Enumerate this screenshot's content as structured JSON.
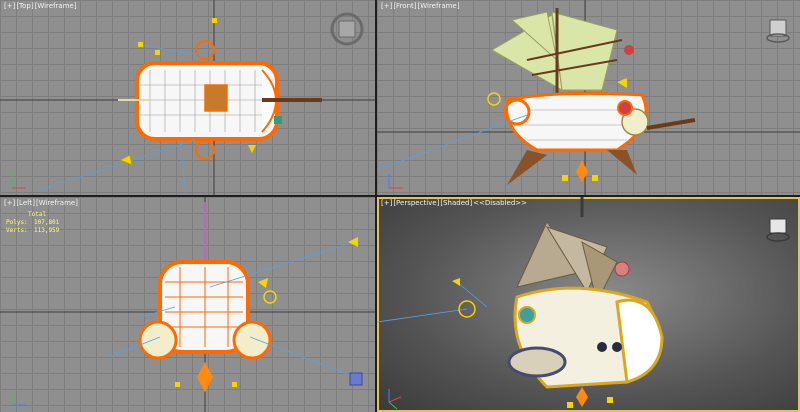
{
  "viewports": [
    {
      "id": "top",
      "label_parts": [
        "[+]",
        "[Top]",
        "[Wireframe]"
      ]
    },
    {
      "id": "front",
      "label_parts": [
        "[+]",
        "[Front]",
        "[Wireframe]"
      ]
    },
    {
      "id": "left",
      "label_parts": [
        "[+]",
        "[Left]",
        "[Wireframe]"
      ]
    },
    {
      "id": "perspective",
      "label_parts": [
        "[+]",
        "[Perspective]",
        "[Shaded]",
        "<<Disabled>>"
      ]
    }
  ],
  "stats": {
    "header": "Total",
    "polys_label": "Polys:",
    "polys_value": "107,801",
    "verts_label": "Verts:",
    "verts_value": "113,959"
  },
  "colors": {
    "grid_bg": "#8f8f8f",
    "wire_orange": "#ff6a00",
    "wire_white": "#ffffff",
    "helper_yellow": "#f5d400",
    "active_border": "#e6c44a",
    "stats_text": "#ffff7a"
  },
  "icons": {
    "top_navcube": "view-cube-icon",
    "front_navcube": "view-cube-icon",
    "perspective_navcube": "view-cube-icon",
    "axis": "axis-tripod-icon"
  }
}
